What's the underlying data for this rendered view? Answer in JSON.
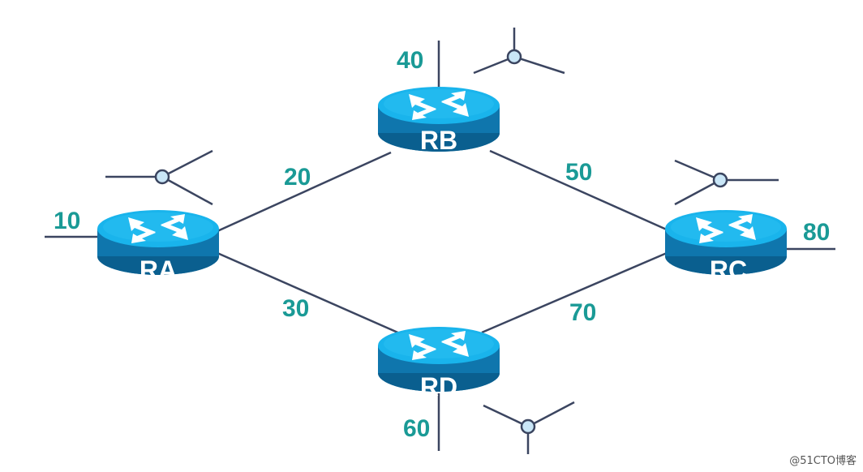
{
  "routers": [
    {
      "id": "RA",
      "name": "RA"
    },
    {
      "id": "RB",
      "name": "RB"
    },
    {
      "id": "RC",
      "name": "RC"
    },
    {
      "id": "RD",
      "name": "RD"
    }
  ],
  "labels": {
    "ra_stub": "10",
    "ra_rb": "20",
    "ra_rd": "30",
    "rb_stub": "40",
    "rb_rc": "50",
    "rd_stub": "60",
    "rd_rc": "70",
    "rc_stub": "80"
  },
  "watermark": "@51CTO博客",
  "colors": {
    "router_top": "#19b4ec",
    "router_body": "#0f76ad",
    "router_bottom": "#0a5f8f",
    "link": "#3b4560",
    "label": "#1a9a96",
    "node_fill": "#c9e6f7"
  }
}
